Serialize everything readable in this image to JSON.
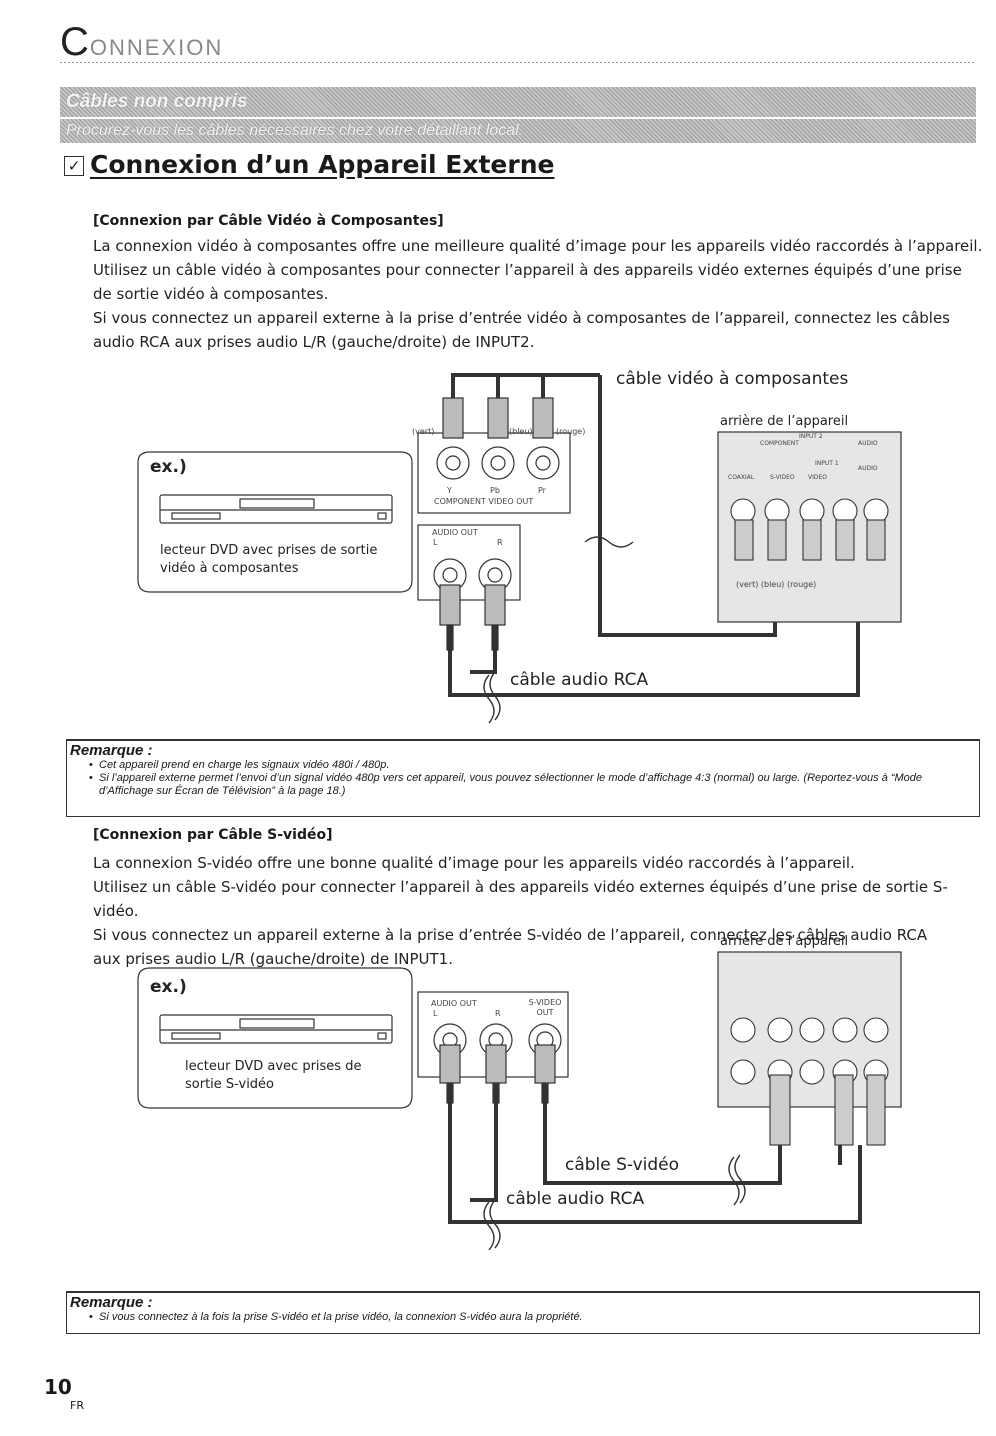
{
  "header": {
    "title_initial": "C",
    "title_rest": "ONNEXION"
  },
  "bands": {
    "cables_title": "Câbles non compris",
    "cables_subtitle": "Procurez-vous les câbles nécessaires chez votre détaillant local."
  },
  "section_title": "Connexion d’un Appareil Externe",
  "component": {
    "heading": "[Connexion par Câble Vidéo à Composantes]",
    "paragraphs": [
      "La connexion vidéo à composantes offre une meilleure qualité d’image pour les appareils vidéo raccordés à l’appareil.",
      "Utilisez un câble vidéo à composantes pour connecter l’appareil à des appareils vidéo externes équipés d’une prise de sortie vidéo à composantes.",
      "Si vous connectez un appareil externe à la prise d’entrée vidéo à composantes de l’appareil, connectez les câbles audio RCA aux prises audio L/R (gauche/droite) de INPUT2."
    ],
    "diagram": {
      "cable_video_label": "câble vidéo à composantes",
      "rear_label": "arrière de l’appareil",
      "ex_label": "ex.)",
      "dvd_label": "lecteur DVD avec prises de sortie vidéo à composantes",
      "plug_labels": [
        "(vert)",
        "(bleu)",
        "(rouge)"
      ],
      "jack_labels": [
        "Y",
        "Pb",
        "Pr"
      ],
      "component_out": "COMPONENT VIDEO OUT",
      "audio_out": "AUDIO OUT",
      "audio_lr": [
        "L",
        "R"
      ],
      "rear_input2": "INPUT 2",
      "rear_component": "COMPONENT",
      "rear_audio": "AUDIO",
      "rear_input1": "INPUT 1",
      "rear_coaxial": "COAXIAL",
      "rear_svideo": "S-VIDEO",
      "rear_video": "VIDEO",
      "rear_colors": "(vert) (bleu) (rouge)",
      "rca_label": "câble audio RCA"
    }
  },
  "remark1": {
    "title": "Remarque :",
    "items": [
      "Cet appareil prend en charge les signaux vidéo 480i / 480p.",
      "Si l’appareil externe permet l’envoi d’un signal vidéo 480p vers cet appareil, vous pouvez sélectionner le mode d’affichage 4:3 (normal) ou large. (Reportez-vous à “Mode d’Affichage sur Écran de Télévision” à la page 18.)"
    ]
  },
  "svideo": {
    "heading": "[Connexion par Câble S-vidéo]",
    "paragraphs": [
      "La connexion S-vidéo offre une bonne qualité d’image pour les appareils vidéo raccordés à l’appareil.",
      "Utilisez un câble S-vidéo pour connecter l’appareil à des appareils vidéo externes équipés d’une prise de sortie S-vidéo.",
      "Si vous connectez un appareil externe à la prise d’entrée S-vidéo de l’appareil, connectez les câbles audio RCA aux prises audio L/R (gauche/droite) de INPUT1."
    ],
    "diagram": {
      "rear_label": "arrière de l’appareil",
      "ex_label": "ex.)",
      "dvd_label": "lecteur DVD avec prises de sortie S-vidéo",
      "audio_out": "AUDIO OUT",
      "audio_lr": [
        "L",
        "R"
      ],
      "svideo_out": "S-VIDEO OUT",
      "svideo_cable": "câble S-vidéo",
      "rca_label": "câble audio RCA"
    }
  },
  "remark2": {
    "title": "Remarque :",
    "items": [
      "Si vous connectez à la fois la prise S-vidéo et la prise vidéo, la connexion S-vidéo aura la propriété."
    ]
  },
  "footer": {
    "page_number": "10",
    "lang": "FR"
  }
}
